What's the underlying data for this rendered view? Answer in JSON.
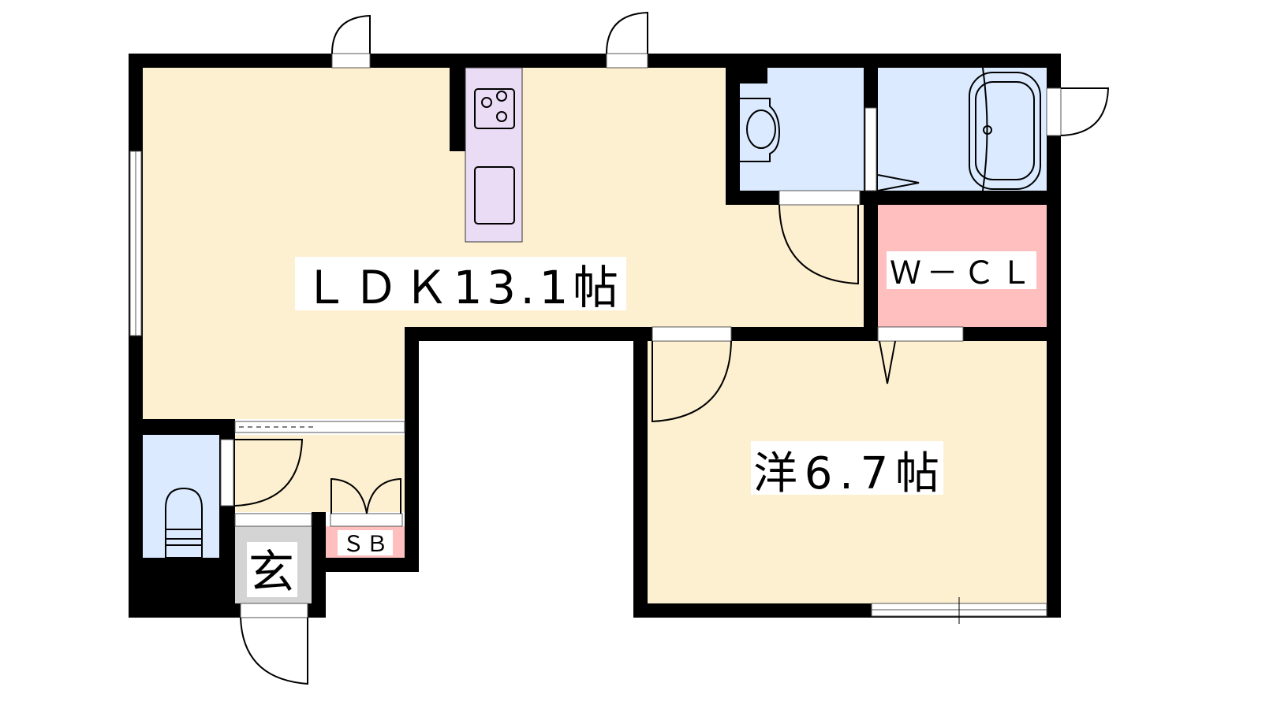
{
  "rooms": {
    "ldk": {
      "label": "ＬＤＫ13.1帖",
      "color": "#fdf0d0"
    },
    "western": {
      "label": "洋6.7帖",
      "color": "#fdf0d0"
    },
    "wcl": {
      "label": "Ｗ－ＣＬ",
      "color": "#ffbfbf"
    },
    "sb": {
      "label": "ＳＢ",
      "color": "#ffbfbf"
    },
    "genkan": {
      "label": "玄",
      "color": "#d4d4d4"
    },
    "wet": {
      "color": "#dbeafe"
    },
    "kitchen": {
      "color": "#eadcf5"
    }
  }
}
